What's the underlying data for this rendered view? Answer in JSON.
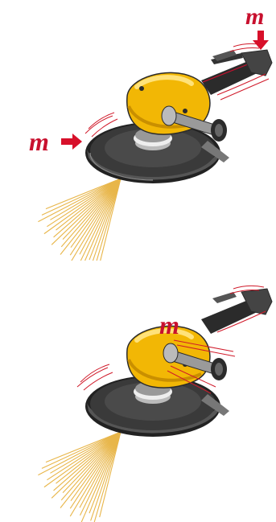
{
  "labels": {
    "mass_top_handle": "m",
    "mass_top_side": "m",
    "mass_bottom_body": "m"
  },
  "colors": {
    "body_yellow": "#f2b705",
    "body_yellow_dark": "#c98f00",
    "body_highlight": "#ffe27a",
    "guard_dark": "#3a3a3a",
    "handle_dark": "#2b2b2b",
    "label_red": "#c8102e",
    "arrow_red": "#d7102a",
    "spark": "#e8b64a",
    "vibration_red": "#d01a2a"
  },
  "icons": {
    "top_panel": "angle-grinder-with-force-arrows",
    "bottom_panel": "angle-grinder-with-mass-in-body"
  }
}
